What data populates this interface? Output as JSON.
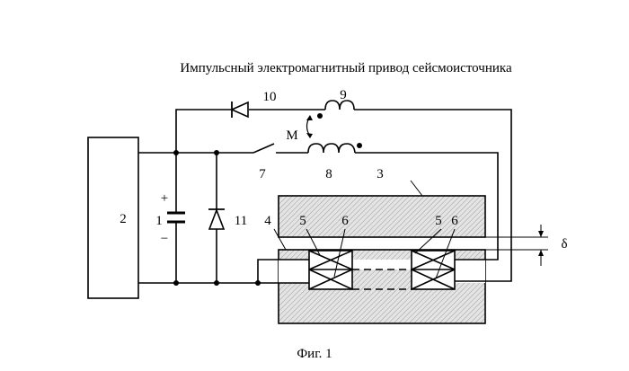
{
  "title": "Импульсный электромагнитный привод сейсмоисточника",
  "caption": "Фиг. 1",
  "labels": {
    "power_source": "2",
    "capacitor": "1",
    "plus": "+",
    "minus": "−",
    "diode_11": "11",
    "diode_10": "10",
    "switch": "7",
    "coil_8": "8",
    "coil_9": "9",
    "mutual": "M",
    "armature": "3",
    "stator": "4",
    "winding_5a": "5",
    "winding_6a": "6",
    "winding_5b": "5",
    "winding_6b": "6",
    "gap": "δ"
  }
}
